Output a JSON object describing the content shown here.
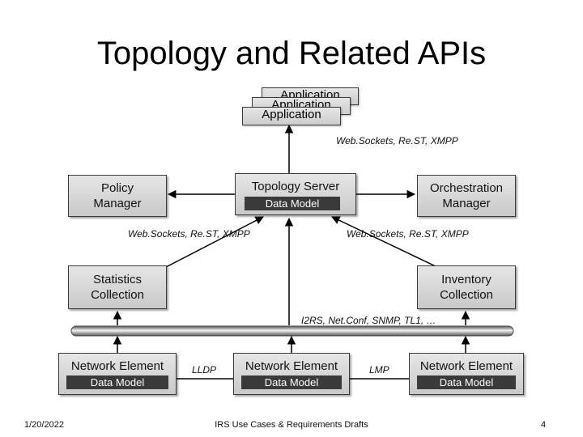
{
  "slide": {
    "title": "Topology and Related APIs",
    "footer_date": "1/20/2022",
    "footer_center": "IRS Use Cases & Requirements Drafts",
    "page_number": "4"
  },
  "diagram": {
    "applications": [
      "Application",
      "Application",
      "Application"
    ],
    "topology_server": {
      "label": "Topology Server",
      "model": "Data Model"
    },
    "policy_manager": "Policy\nManager",
    "orchestration_manager": "Orchestration\nManager",
    "statistics_collection": "Statistics\nCollection",
    "inventory_collection": "Inventory\nCollection",
    "protocols": {
      "app_link": "Web.Sockets, Re.ST, XMPP",
      "left_link": "Web.Sockets, Re.ST, XMPP",
      "right_link": "Web.Sockets, Re.ST, XMPP",
      "bus_link": "I2RS, Net.Conf, SNMP, TL1, …",
      "lldp": "LLDP",
      "lmp": "LMP"
    },
    "network_elements": [
      {
        "label": "Network Element",
        "model": "Data Model"
      },
      {
        "label": "Network Element",
        "model": "Data Model"
      },
      {
        "label": "Network Element",
        "model": "Data Model"
      }
    ]
  },
  "colors": {
    "box_fill": "#d8d8d8",
    "model_fill": "#3a3a3a",
    "line": "#000000"
  }
}
